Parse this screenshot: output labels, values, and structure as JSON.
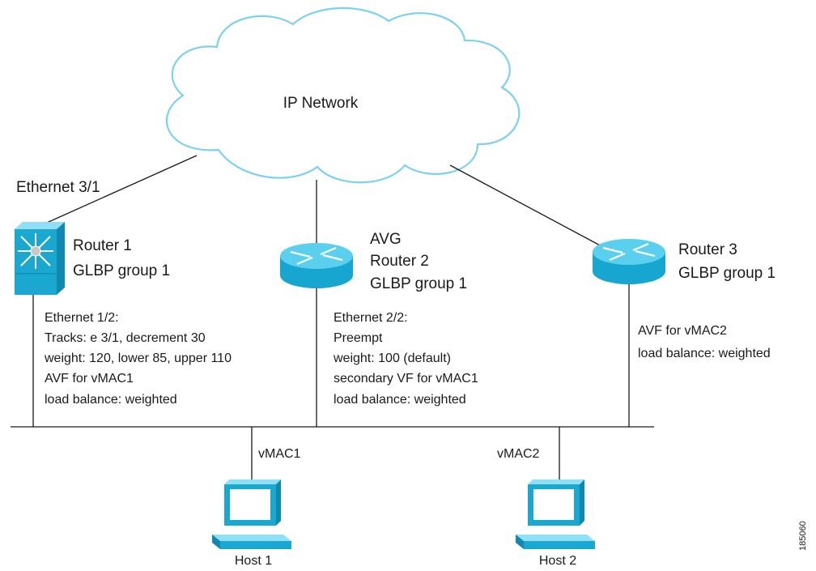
{
  "cloud": {
    "label": "IP Network"
  },
  "links": {
    "uplink_label": "Ethernet 3/1"
  },
  "router1": {
    "name": "Router 1",
    "group": "GLBP group 1",
    "details": [
      "Ethernet 1/2:",
      "Tracks: e 3/1, decrement 30",
      "weight: 120, lower 85, upper 110",
      "AVF for vMAC1",
      "load balance: weighted"
    ]
  },
  "router2": {
    "role": "AVG",
    "name": "Router 2",
    "group": "GLBP group 1",
    "details": [
      "Ethernet 2/2:",
      "Preempt",
      "weight: 100 (default)",
      "secondary VF for vMAC1",
      "load balance: weighted"
    ]
  },
  "router3": {
    "name": "Router 3",
    "group": "GLBP group 1",
    "details": [
      "AVF for vMAC2",
      "load balance: weighted"
    ]
  },
  "host1": {
    "name": "Host 1",
    "vmac": "vMAC1"
  },
  "host2": {
    "name": "Host 2",
    "vmac": "vMAC2"
  },
  "figure_id": "185060",
  "colors": {
    "device_top": "#5bd0ee",
    "device_side": "#17a6cf",
    "device_dark": "#0e86ad",
    "icon_fg": "#ffffff",
    "line": "#1a1a1a"
  }
}
